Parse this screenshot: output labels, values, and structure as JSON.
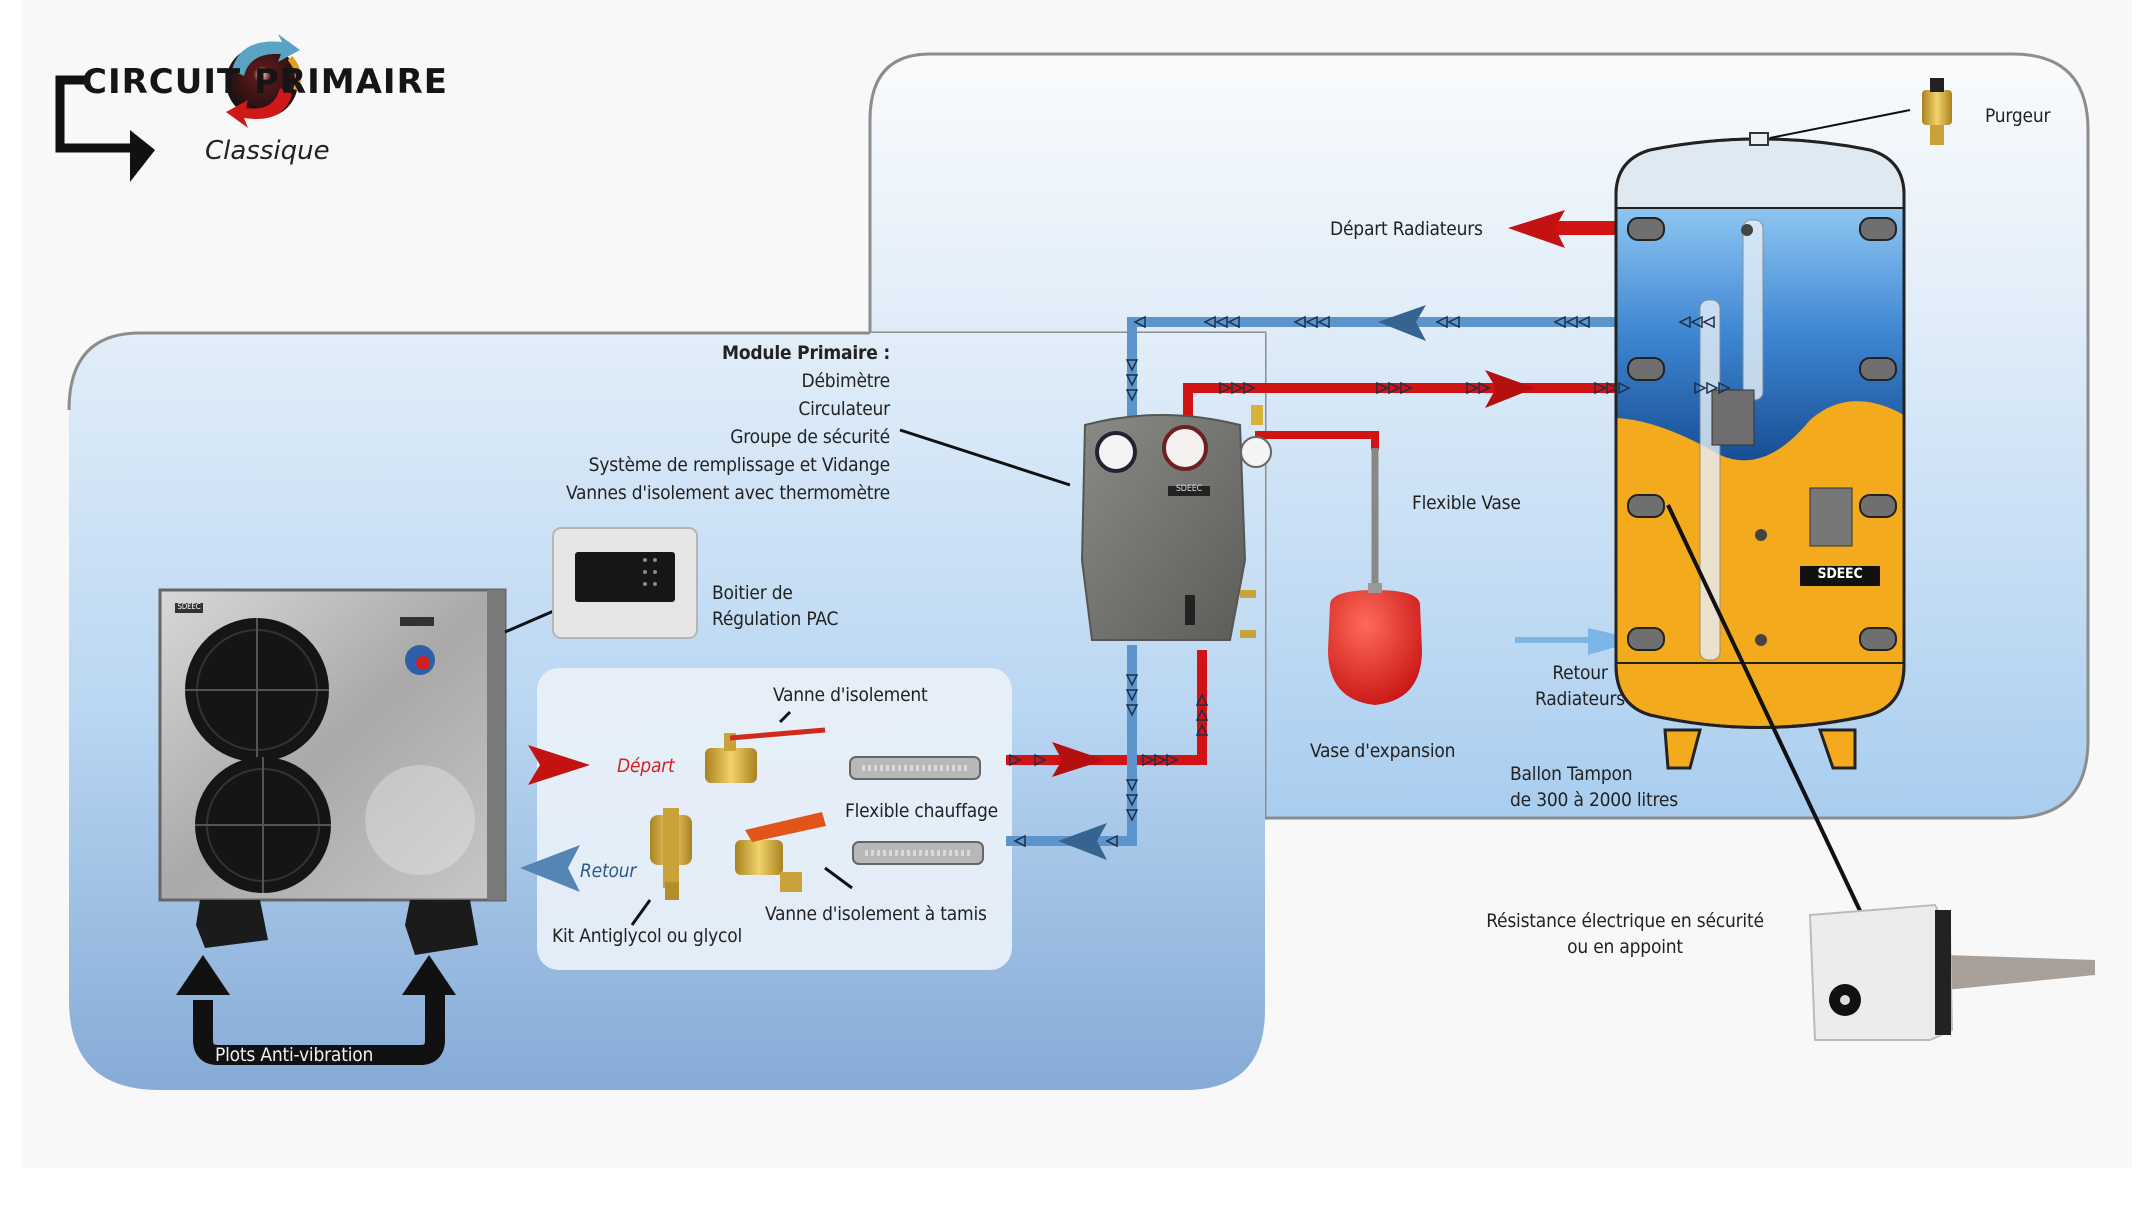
{
  "header": {
    "title": "CIRCUIT PRIMAIRE",
    "subtitle": "Classique"
  },
  "colors": {
    "hot_pipe": "#cc1010",
    "cold_pipe": "#5590c8",
    "tank_blue": "#3a80d0",
    "tank_yellow": "#f3aa1c",
    "panel_top": "#eef5fc",
    "panel_bottom": "#8fb4dc"
  },
  "module_primaire": {
    "heading": "Module Primaire :",
    "items": [
      "Débimètre",
      "Circulateur",
      "Groupe de sécurité",
      "Système de remplissage et Vidange",
      "Vannes d'isolement avec thermomètre"
    ]
  },
  "labels": {
    "purgeur": "Purgeur",
    "depart_radiateurs": "Départ  Radiateurs",
    "flexible_vase": "Flexible Vase",
    "vase_expansion": "Vase d'expansion",
    "retour_radiateurs_1": "Retour",
    "retour_radiateurs_2": "Radiateurs",
    "ballon_1": "Ballon Tampon",
    "ballon_2": "de 300 à 2000 litres",
    "resistance_1": "Résistance électrique en sécurité",
    "resistance_2": "ou en appoint",
    "boitier_1": "Boitier de",
    "boitier_2": "Régulation PAC",
    "depart": "Départ",
    "retour": "Retour",
    "vanne_isolement": "Vanne d'isolement",
    "flexible_chauffage": "Flexible chauffage",
    "vanne_tamis": "Vanne d'isolement à tamis",
    "kit_glycol": "Kit Antiglycol ou glycol",
    "plots": "Plots Anti-vibration"
  },
  "brand": {
    "tank_logo": "SDEEC",
    "module_logo": "SDEEC",
    "pac_logo": "SDEEC"
  }
}
